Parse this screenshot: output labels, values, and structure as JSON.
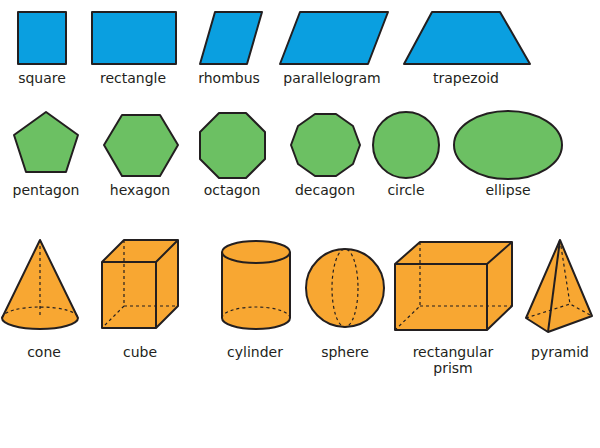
{
  "diagram": {
    "labels": [
      "square",
      "rectangle",
      "rhombus",
      "parallelogram",
      "trapezoid",
      "pentagon",
      "hexagon",
      "octagon",
      "decagon",
      "circle",
      "ellipse",
      "cone",
      "cube",
      "cylinder",
      "sphere",
      "rectangular prism",
      "pyramid"
    ]
  }
}
